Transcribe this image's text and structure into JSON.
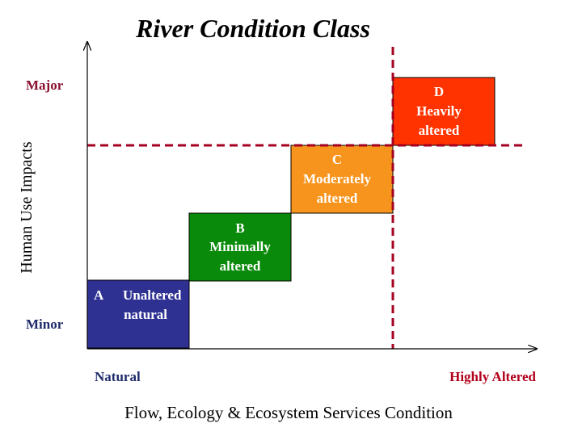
{
  "title": "River Condition Class",
  "y_axis": {
    "label": "Human Use Impacts",
    "top_label": "Major",
    "bottom_label": "Minor"
  },
  "x_axis": {
    "label": "Flow, Ecology & Ecosystem Services Condition",
    "left_label": "Natural",
    "right_label": "Highly Altered"
  },
  "classes": [
    {
      "letter": "A",
      "line1": "Unaltered",
      "line2": "natural",
      "color": "#2e3192"
    },
    {
      "letter": "B",
      "line1": "Minimally",
      "line2": "altered",
      "color": "#0a8a0a"
    },
    {
      "letter": "C",
      "line1": "Moderately",
      "line2": "altered",
      "color": "#f7941d"
    },
    {
      "letter": "D",
      "line1": "Heavily",
      "line2": "altered",
      "color": "#ff3300"
    }
  ],
  "colors": {
    "axis": "#000000",
    "threshold_line": "#a50021",
    "major_minor_text": "#8b0e2e",
    "minor_text": "#1f2a6b",
    "natural_text": "#1f2a6b",
    "highly_altered_text": "#b3001b"
  }
}
